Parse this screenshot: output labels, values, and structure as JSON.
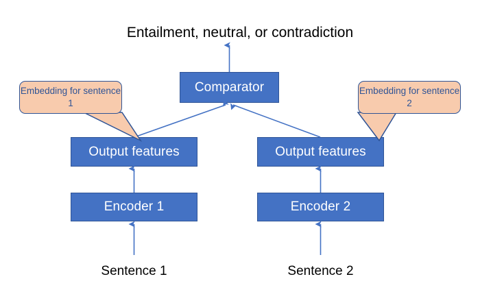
{
  "diagram": {
    "title": "Entailment, neutral, or contradiction",
    "comparator": {
      "label": "Comparator"
    },
    "left_branch": {
      "output_features": "Output features",
      "encoder": "Encoder 1",
      "input": "Sentence 1",
      "callout": "Embedding for sentence 1"
    },
    "right_branch": {
      "output_features": "Output features",
      "encoder": "Encoder 2",
      "input": "Sentence 2",
      "callout": "Embedding for sentence 2"
    },
    "colors": {
      "box_fill": "#4472C4",
      "box_border": "#2F5496",
      "box_text": "#FFFFFF",
      "callout_fill": "#F8CBAD",
      "callout_border": "#2F5496",
      "callout_text": "#2F5496",
      "arrow": "#4472C4",
      "caption_text": "#000000",
      "background": "#FFFFFF"
    }
  }
}
